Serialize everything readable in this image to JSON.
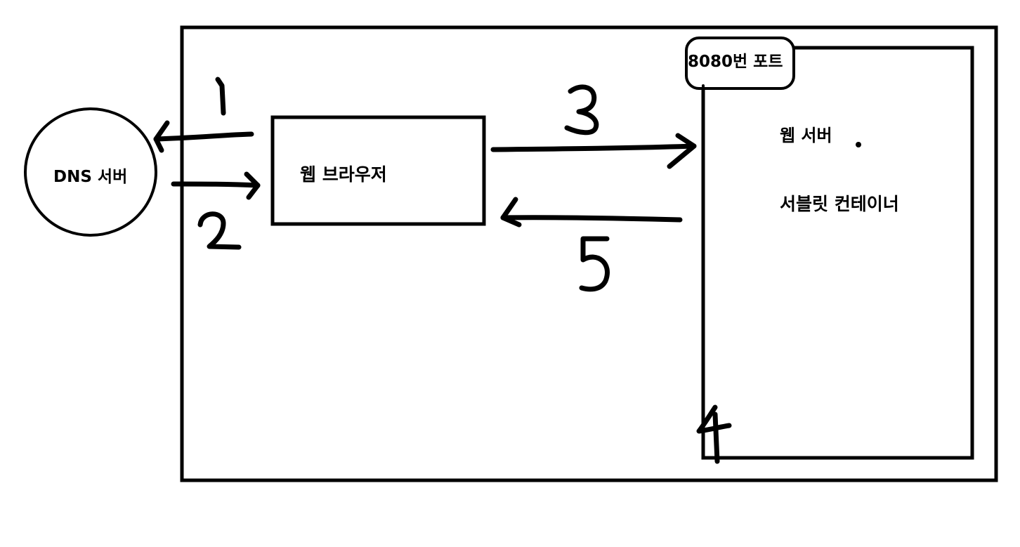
{
  "nodes": {
    "dns_server": "DNS 서버",
    "web_browser": "웹 브라우저",
    "port": "8080번 포트",
    "web_server": "웹 서버",
    "servlet_container": "서블릿 컨테이너"
  },
  "steps": [
    "1",
    "2",
    "3",
    "4",
    "5"
  ],
  "colors": {
    "line": "#000000",
    "background": "#ffffff"
  }
}
